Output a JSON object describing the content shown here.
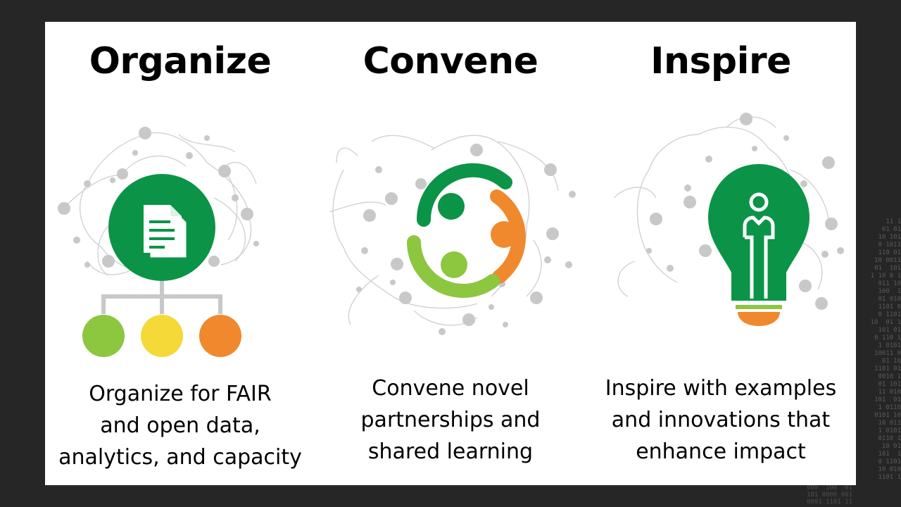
{
  "columns": [
    {
      "title": "Organize",
      "description": "Organize for FAIR\nand open data,\nanalytics, and capacity",
      "icon": "document-network-icon"
    },
    {
      "title": "Convene",
      "description": "Convene novel\npartnerships and\nshared learning",
      "icon": "people-circle-icon"
    },
    {
      "title": "Inspire",
      "description": "Inspire with examples\nand innovations that\nenhance  impact",
      "icon": "lightbulb-person-icon"
    }
  ],
  "colors": {
    "dark_green": "#0b9447",
    "light_green": "#8dc63f",
    "yellow": "#f5d938",
    "orange": "#f0892d",
    "network_gray": "#c8c8c8",
    "background": "#262626",
    "slide": "#ffffff"
  }
}
